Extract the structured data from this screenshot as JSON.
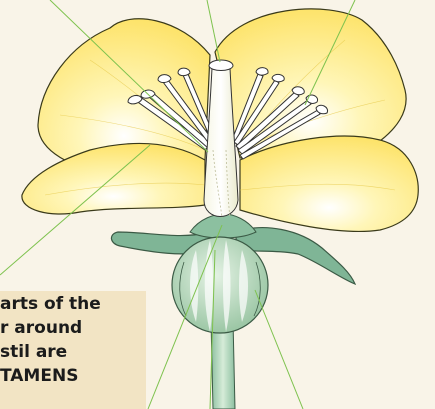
{
  "caption": {
    "lines": [
      "arts of the",
      "r around",
      "stil are",
      "TAMENS"
    ]
  },
  "colors": {
    "background": "#f9f4e8",
    "petal": "#fde36a",
    "petal_edge": "#3a3a1a",
    "stamen": "#ffffff",
    "sepal": "#7fb596",
    "ovary": "#a9cfb0",
    "leader_line": "#7ec24e",
    "caption_box": "#f2e4c4"
  }
}
